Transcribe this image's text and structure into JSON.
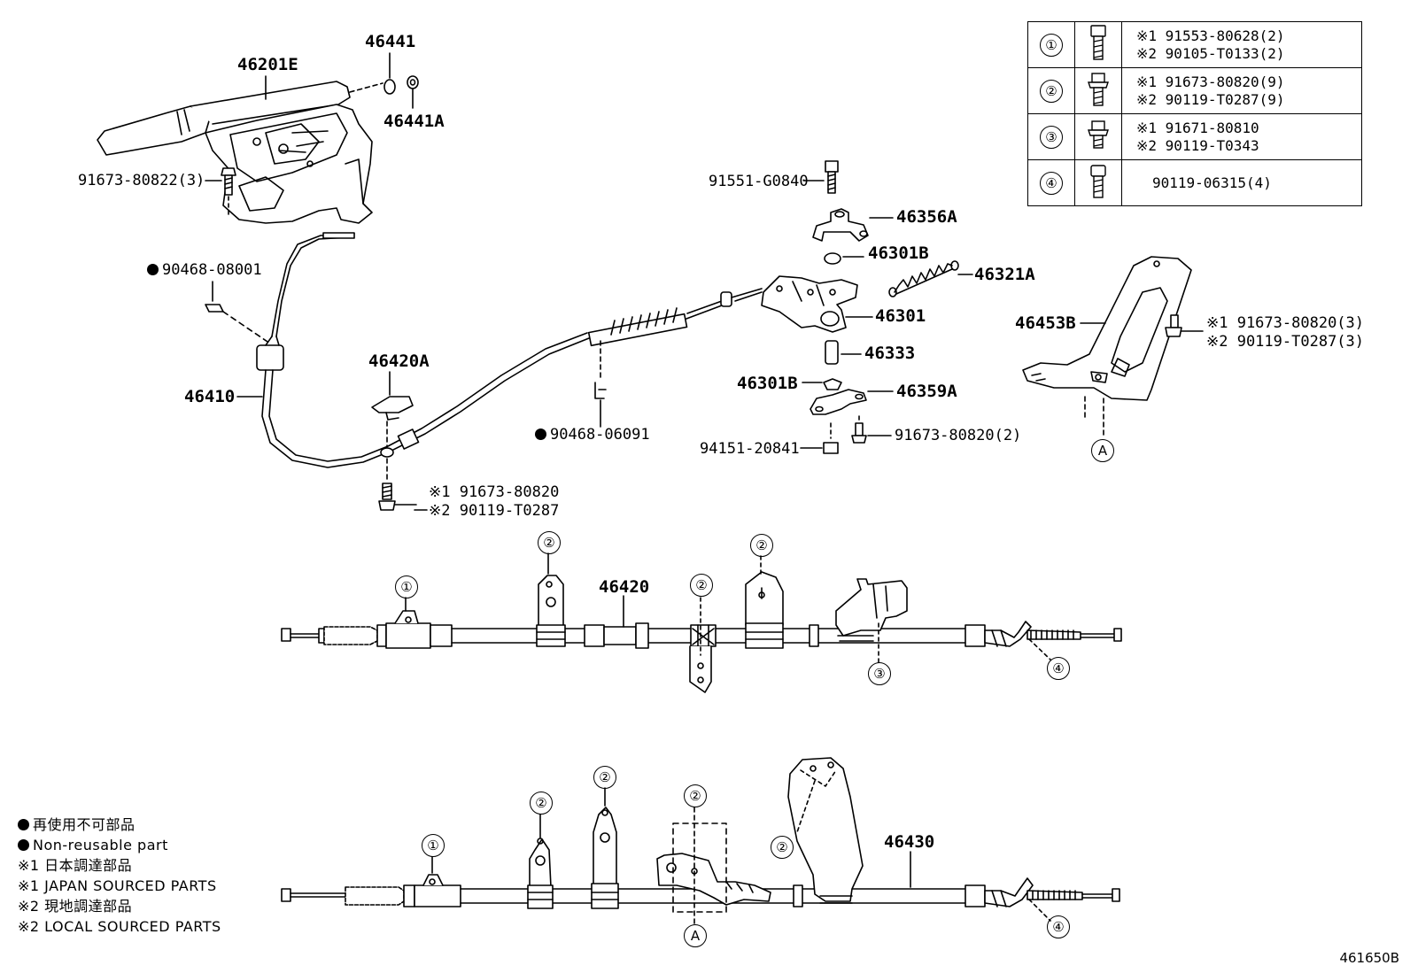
{
  "figure_number": "461650B",
  "hardware_table": [
    {
      "ref": "①",
      "lines": [
        "※1  91553-80628(2)",
        "※2  90105-T0133(2)"
      ]
    },
    {
      "ref": "②",
      "lines": [
        "※1  91673-80820(9)",
        "※2  90119-T0287(9)"
      ]
    },
    {
      "ref": "③",
      "lines": [
        "※1  91671-80810",
        "※2  90119-T0343"
      ]
    },
    {
      "ref": "④",
      "lines": [
        "90119-06315(4)"
      ]
    }
  ],
  "part_labels": {
    "p46201E": "46201E",
    "p46441": "46441",
    "p46441A": "46441A",
    "p91673_80822": "91673-80822(3)",
    "p90468_08001": "90468-08001",
    "p46410": "46410",
    "p46420A": "46420A",
    "p91673_80820_a": "※1 91673-80820",
    "p90119_T0287_a": "※2 90119-T0287",
    "p90468_06091": "90468-06091",
    "p91551_G0840": "91551-G0840",
    "p46356A": "46356A",
    "p46301B_top": "46301B",
    "p46321A": "46321A",
    "p46301": "46301",
    "p46333": "46333",
    "p46301B_bot": "46301B",
    "p46359A": "46359A",
    "p91673_80820_2": "91673-80820(2)",
    "p94151_20841": "94151-20841",
    "p46453B": "46453B",
    "p91673_80820_3": "※1 91673-80820(3)",
    "p90119_T0287_3": "※2 90119-T0287(3)",
    "p46420": "46420",
    "p46430": "46430"
  },
  "callouts": {
    "c1": "①",
    "c2": "②",
    "c3": "③",
    "c4": "④",
    "cA": "A"
  },
  "legend": [
    "再使用不可部品",
    "Non-reusable part",
    "※1 日本調達部品",
    "※1 JAPAN SOURCED PARTS",
    "※2 現地調達部品",
    "※2 LOCAL SOURCED PARTS"
  ]
}
